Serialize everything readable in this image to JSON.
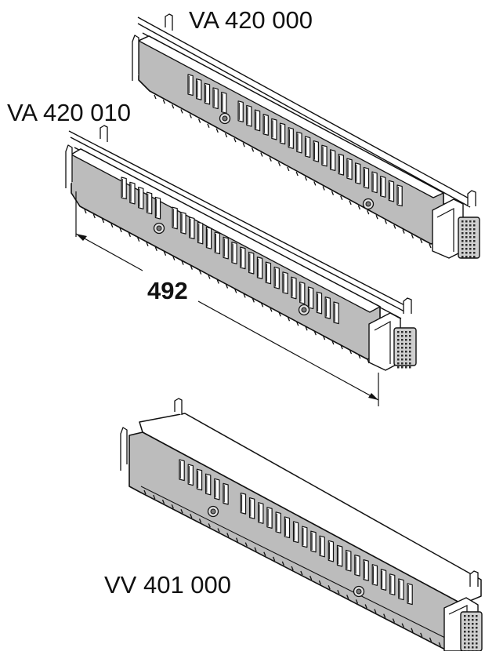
{
  "labels": {
    "model_top": "VA 420 000",
    "model_middle": "VA 420 010",
    "dimension": "492",
    "model_bottom": "VV 401 000"
  },
  "colors": {
    "background": "#ffffff",
    "stroke": "#111111",
    "panel_fill": "#bcbcbc",
    "top_fill": "#ffffff",
    "slot_fill": "#ffffff",
    "grille_fill": "#cfcfcf"
  }
}
